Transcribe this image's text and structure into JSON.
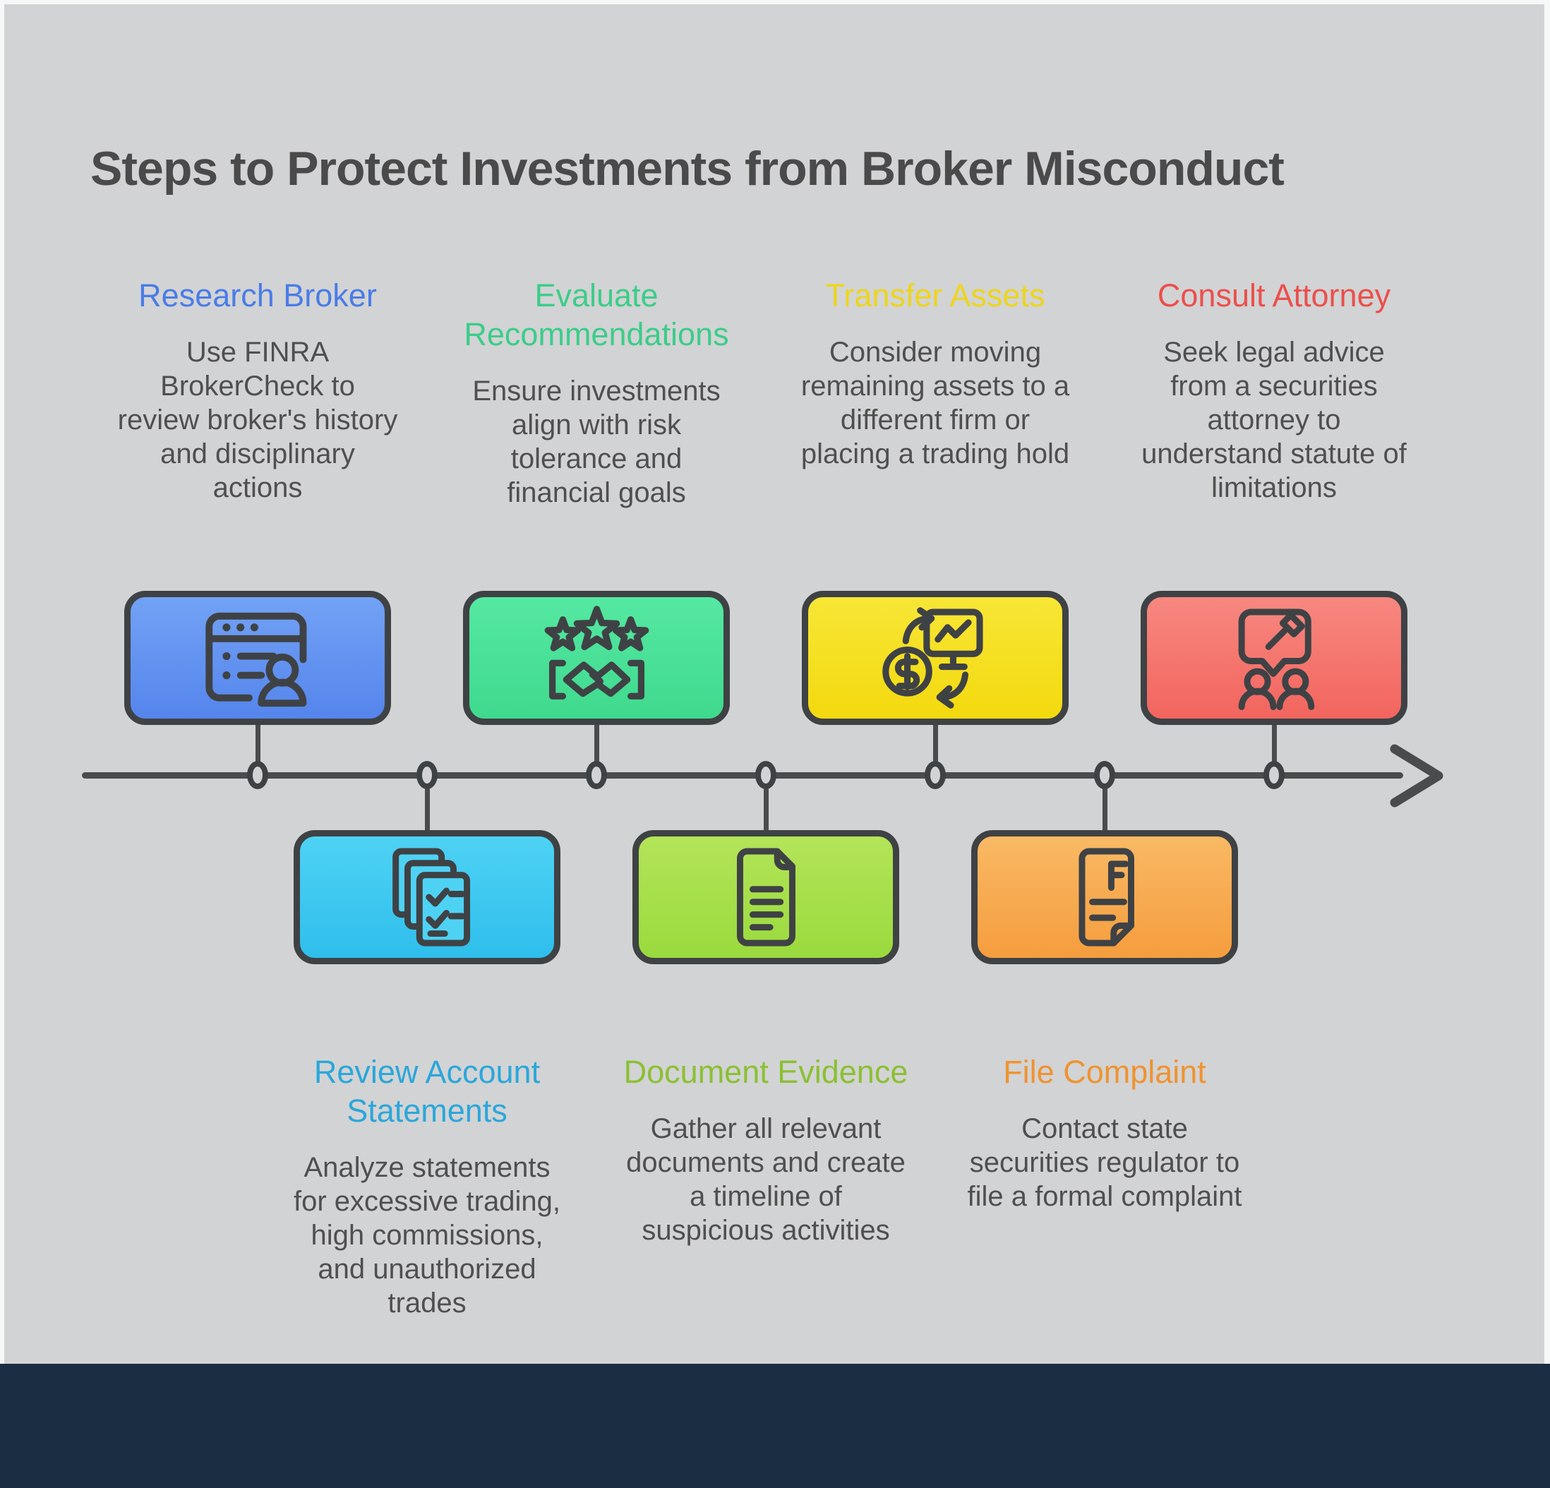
{
  "page": {
    "title": "Steps to Protect Investments from Broker Misconduct",
    "title_color": "#4a4a4a",
    "background_color": "#d2d3d4",
    "edge_color": "#f6f8f8",
    "footer_color": "#1b2d43",
    "timeline_color": "#4a4b4d",
    "outline_color": "#3f4245",
    "body_text_color": "#4f4f4f"
  },
  "steps": [
    {
      "title": "Research Broker",
      "description": "Use FINRA BrokerCheck to review broker's history and disciplinary actions",
      "title_color": "#4a7ce8",
      "box_gradient": [
        "#72a2f5",
        "#5585ec"
      ],
      "icon": "browser-profile-icon",
      "position": "top"
    },
    {
      "title": "Review Account Statements",
      "description": "Analyze statements for excessive trading, high commissions, and unauthorized trades",
      "title_color": "#2aa7db",
      "box_gradient": [
        "#4ed2f4",
        "#2fbeec"
      ],
      "icon": "statements-checklist-icon",
      "position": "bottom"
    },
    {
      "title": "Evaluate Recommendations",
      "description": "Ensure investments align with risk tolerance and financial goals",
      "title_color": "#3bcd89",
      "box_gradient": [
        "#55e8a2",
        "#3fd98d"
      ],
      "icon": "rating-handshake-icon",
      "position": "top"
    },
    {
      "title": "Document Evidence",
      "description": "Gather all relevant documents and create a timeline of suspicious activities",
      "title_color": "#8bc032",
      "box_gradient": [
        "#b3e458",
        "#9ada3d"
      ],
      "icon": "document-evidence-icon",
      "position": "bottom"
    },
    {
      "title": "Transfer Assets",
      "description": "Consider moving remaining assets to a different firm or placing a trading hold",
      "title_color": "#edd51c",
      "box_gradient": [
        "#f7e636",
        "#f3d90e"
      ],
      "icon": "asset-transfer-icon",
      "position": "top"
    },
    {
      "title": "File Complaint",
      "description": "Contact state securities regulator to file a formal complaint",
      "title_color": "#ef9330",
      "box_gradient": [
        "#f9b964",
        "#f59d3e"
      ],
      "icon": "complaint-form-icon",
      "position": "bottom"
    },
    {
      "title": "Consult Attorney",
      "description": "Seek legal advice from a securities attorney to understand statute of limitations",
      "title_color": "#ec4f4b",
      "box_gradient": [
        "#f78880",
        "#f2655e"
      ],
      "icon": "legal-consult-icon",
      "position": "top"
    }
  ]
}
